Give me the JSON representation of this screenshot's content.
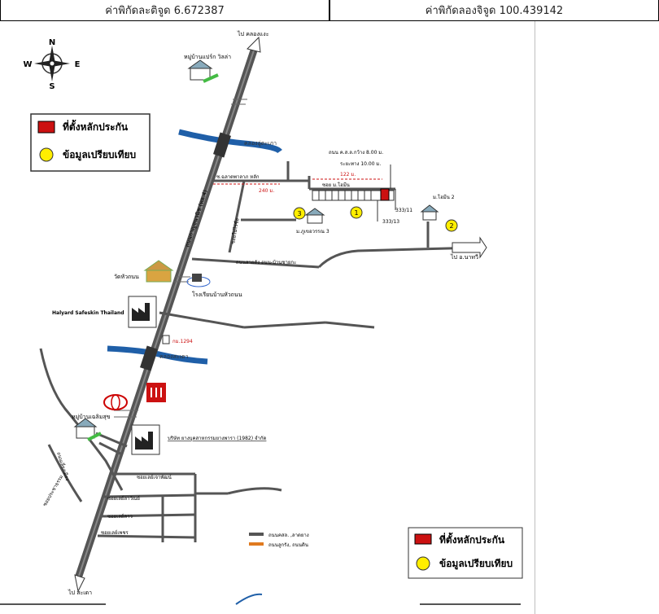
{
  "header": {
    "latitude_label": "ค่าพิกัดละติจูด 6.672387",
    "longitude_label": "ค่าพิกัดลองจิจูด 100.439142"
  },
  "compass": {
    "n": "N",
    "s": "S",
    "e": "E",
    "w": "W"
  },
  "legend_top": {
    "collateral": "ที่ตั้งหลักประกัน",
    "comparison": "ข้อมูลเปรียบเทียบ"
  },
  "legend_bottom": {
    "collateral": "ที่ตั้งหลักประกัน",
    "comparison": "ข้อมูลเปรียบเทียบ"
  },
  "road_legend": {
    "main_road": "ถนนคสล. ,ลาดยาง",
    "minor_road": "ถนนลูกรัง, ถนนดิน"
  },
  "map_labels": {
    "to_north": "ไป คลองแงะ",
    "to_south": "ไป สะเดา",
    "to_east": "ไป อ.นาทวี",
    "village_north": "หมู่บ้านแปร์ก วิลล่า",
    "canal_upper": "คลองอู่ตะเภา",
    "main_highway": "ถนนกาญจนวนิช (ทล.4)",
    "road_width": "ถนน ค.ส.ล.กว้าง 8.00 ม.",
    "road_distance_a": "ระยะทาง 10.00 ม.",
    "dist_122": "122 ม.",
    "dist_240": "240 ม.",
    "soi_pakorn": "ซ.ฉลาดพาลาภ หลัก",
    "soi_mahin": "ซอย ม.โฮมีน",
    "house_333_11": "333/11",
    "house_333_13": "333/13",
    "home_2": "ม.โฮมีน 2",
    "village_3": "ม.ภูเขอวรรณ 3",
    "soi_banrai": "ซอยในไร่ซื่อ",
    "road_to_ban": "ถนนสายดัง ถนน-บ้านชายกะ",
    "temple": "วัดหัวถนน",
    "school": "โรงเรียนบ้านหัวถนน",
    "factory_a": "Halyard Safeskin Thailand",
    "km_marker": "กม.1294",
    "canal_lower": "คลองสะเดา",
    "village_south": "หมู่บ้านเฉลิมสุข",
    "factory_b": "บริษัท ยางบุคสาหกรรมยางพารา (1982) จำกัด",
    "road_sw_1": "ถนนเลี่ยงเมือง",
    "road_sw_2": "ซอยประชาธรรม",
    "soi_1": "ซอยเลย์เจาพัฒน์",
    "soi_2": "ซอยเลย์ลาวัณย์",
    "soi_3": "ซอยเลย์ลาว",
    "soi_4": "ซอยเลย์เพชร"
  },
  "markers": {
    "m1": "1",
    "m2": "2",
    "m3": "3"
  },
  "colors": {
    "collateral": "#cc1111",
    "comparison": "#ffee00",
    "water": "#1f5fa8",
    "road": "#555555",
    "house_green": "#44bb44",
    "toyota": "#cc0000"
  }
}
